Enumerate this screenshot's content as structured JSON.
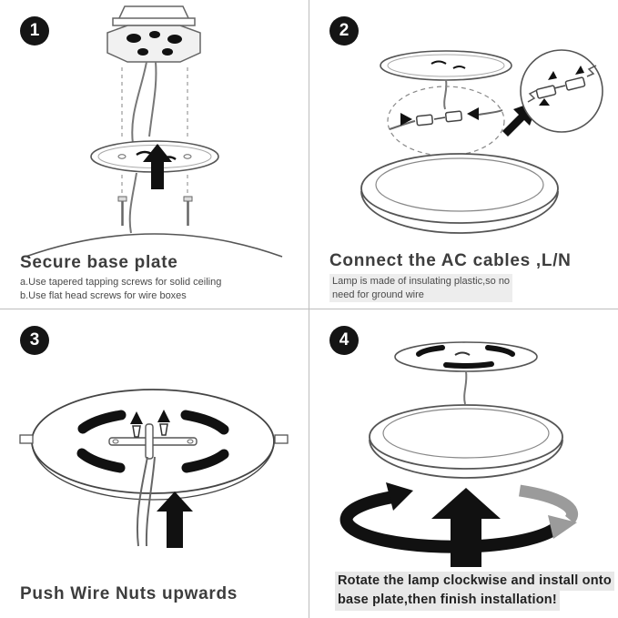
{
  "panels": [
    {
      "number": "1",
      "title": "Secure base plate",
      "notes": [
        "a.Use tapered tapping screws for solid ceiling",
        "b.Use flat head screws for wire boxes"
      ]
    },
    {
      "number": "2",
      "title": "Connect the AC cables ,L/N",
      "notes": [
        "Lamp is made of insulating plastic,so no",
        "need for ground wire"
      ]
    },
    {
      "number": "3",
      "title": "Push Wire Nuts upwards",
      "notes": []
    },
    {
      "number": "4",
      "title": "",
      "notes": [
        "Rotate the lamp clockwise and install onto",
        "base plate,then finish installation!"
      ]
    }
  ],
  "icons": {
    "up_arrow": "▲",
    "rotate_clockwise": "↻",
    "rotate_counterclockwise": "↺",
    "magnifier": "○"
  },
  "colors": {
    "ink": "#111111",
    "outline": "#555555",
    "gray_arrow": "#9b9b9b",
    "divider": "#bdbdbd",
    "note_bg": "#ededed"
  }
}
